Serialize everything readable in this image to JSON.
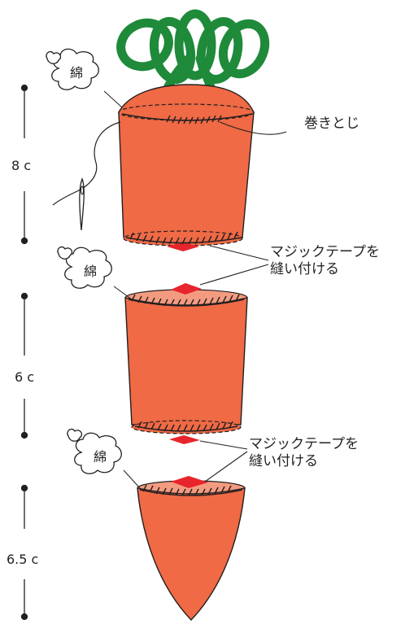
{
  "labels": {
    "cotton": "綿",
    "whipstitch": "巻きとじ",
    "velcro_line1": "マジックテープを",
    "velcro_line2": "縫い付ける"
  },
  "measurements": [
    "8 c",
    "6 c",
    "6.5 c"
  ],
  "colors": {
    "carrot": "#ef6a45",
    "carrot_light": "#f39b80",
    "leaves": "#1f8a3a",
    "velcro": "#e8252c",
    "ink": "#231f20"
  },
  "icons": [
    "cotton-puff-icon",
    "needle-icon",
    "carrot-leaves-icon"
  ]
}
